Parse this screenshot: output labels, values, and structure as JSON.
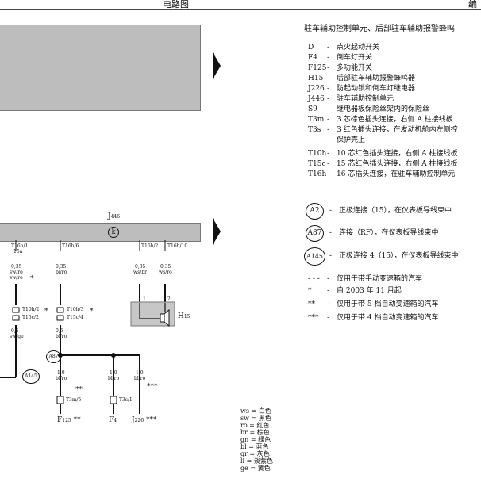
{
  "header": {
    "left": "电路图",
    "right": "编"
  },
  "legend": {
    "title": "驻车辅助控制单元、后部驻车辅助报警蜂鸣",
    "items": [
      {
        "code": "D",
        "dash": "-",
        "text": "点火起动开关"
      },
      {
        "code": "F4",
        "dash": "-",
        "text": "倒车灯开关"
      },
      {
        "code": "F125",
        "dash": "-",
        "text": "多功能开关"
      },
      {
        "code": "H15",
        "dash": "-",
        "text": "后部驻车辅助报警蜂鸣器"
      },
      {
        "code": "J226",
        "dash": "-",
        "text": "防起动锁和倒车灯继电器"
      },
      {
        "code": "J446",
        "dash": "-",
        "text": "驻车辅助控制单元"
      },
      {
        "code": "S9",
        "dash": "-",
        "text": "继电器板保险丝架内的保险丝"
      },
      {
        "code": "T3m",
        "dash": "-",
        "text": "3 芯棕色插头连接，右侧 A 柱接线板"
      },
      {
        "code": "T3s",
        "dash": "-",
        "text": "3 红色插头连接，在发动机舱内左侧控"
      },
      {
        "code": "",
        "dash": "",
        "text": "保护壳上"
      },
      {
        "code": "T10h",
        "dash": "-",
        "text": "10 芯红色插头连接，右侧 A 柱接线板"
      },
      {
        "code": "T15c",
        "dash": "-",
        "text": "15 芯红色插头连接，右侧 A 柱接线板"
      },
      {
        "code": "T16h",
        "dash": "-",
        "text": "16 芯插头连接，在驻车辅助控制单元"
      }
    ],
    "connections": [
      {
        "badge": "A2",
        "text": "正极连接（15），在仪表板导线束中"
      },
      {
        "badge": "A87",
        "text": "连接（RF），在仪表板导线束中"
      },
      {
        "badge": "A145",
        "text": "正极连接 4（15），在仪表板导线束中"
      }
    ],
    "notes": [
      {
        "sym": "- - -",
        "text": "仅用于带手动变速箱的汽车"
      },
      {
        "sym": "*",
        "text": "自 2003 年 11 月起"
      },
      {
        "sym": "**",
        "text": "仅用于带 5 档自动变速箱的汽车"
      },
      {
        "sym": "***",
        "text": "仅用于带 4 档自动变速箱的汽车"
      }
    ]
  },
  "diagram": {
    "j446_label": "J",
    "j446_sub": "446",
    "k_symbol": "k",
    "pins": [
      {
        "id": "T16h/1",
        "sub": "15a",
        "size": "0,35",
        "color": "sw/ro"
      },
      {
        "id": "T16h/6",
        "sub": "",
        "size": "0,35",
        "color": "bl/ro"
      },
      {
        "id": "T16h/2",
        "sub": "",
        "size": "0,35",
        "color": "ws/br"
      },
      {
        "id": "T16h/10",
        "sub": "",
        "size": "0,35",
        "color": "ws/ro"
      }
    ],
    "connectors_left": [
      "T10h/2",
      "T15c/2"
    ],
    "connectors_mid": [
      "T10h/3",
      "T15c/4"
    ],
    "lower_left_wire": {
      "size": "0,5",
      "color": "sw/ge"
    },
    "lower_mid_wire": {
      "size": "0,5",
      "color": "bl/ro"
    },
    "branch_wires": [
      {
        "size": "1,0",
        "color": "bl/ro"
      },
      {
        "size": "1,0",
        "color": "bl/ro"
      },
      {
        "size": "1,0",
        "color": "bl/ro"
      }
    ],
    "fuse_labels": [
      "T3m/5",
      "T3s/1"
    ],
    "pin_numbers": [
      "1",
      "2"
    ],
    "h15_label": "H",
    "h15_sub": "15",
    "a87": "A87",
    "a145": "A145",
    "bottom_labels": [
      {
        "name": "F",
        "sub": "125",
        "mark": "**"
      },
      {
        "name": "F",
        "sub": "4",
        "mark": ""
      },
      {
        "name": "J",
        "sub": "226",
        "mark": "***"
      }
    ],
    "star": "*",
    "dstar": "**",
    "tstar": "***"
  },
  "color_codes": [
    {
      "code": "ws",
      "name": "白色"
    },
    {
      "code": "sw",
      "name": "黑色"
    },
    {
      "code": "ro",
      "name": "红色"
    },
    {
      "code": "br",
      "name": "棕色"
    },
    {
      "code": "gn",
      "name": "绿色"
    },
    {
      "code": "bl",
      "name": "蓝色"
    },
    {
      "code": "gr",
      "name": "灰色"
    },
    {
      "code": "li",
      "name": "淡紫色"
    },
    {
      "code": "ge",
      "name": "黄色"
    }
  ]
}
